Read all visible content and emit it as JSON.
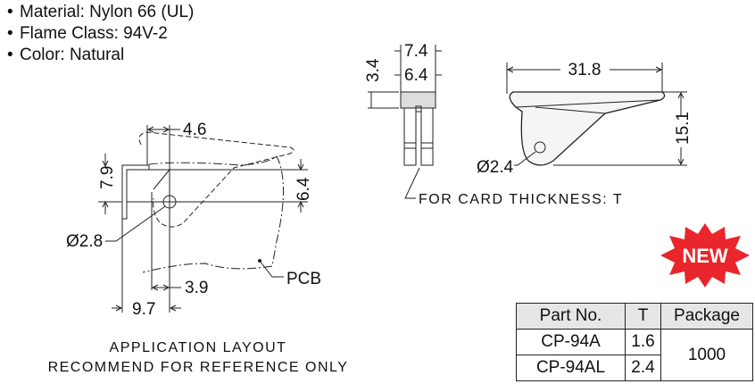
{
  "specs": [
    {
      "bullet": "•",
      "text": "Material: Nylon 66 (UL)"
    },
    {
      "bullet": "•",
      "text": "Flame Class: 94V-2"
    },
    {
      "bullet": "•",
      "text": "Color: Natural"
    }
  ],
  "layout_drawing": {
    "dims": {
      "d1": "4.6",
      "d2": "7.9",
      "d3": "6.4",
      "d4": "Ø2.8",
      "d5": "3.9",
      "d6": "9.7"
    },
    "pcb_label": "PCB",
    "caption_line1": "APPLICATION LAYOUT",
    "caption_line2": "RECOMMEND FOR REFERENCE ONLY"
  },
  "front_view": {
    "dims": {
      "w_outer": "7.4",
      "w_inner": "6.4",
      "h": "3.4"
    },
    "note": "FOR CARD THICKNESS: T"
  },
  "side_view": {
    "dims": {
      "length": "31.8",
      "height": "15.1",
      "hole": "Ø2.4"
    }
  },
  "badge": {
    "text": "NEW",
    "color": "#e8262b"
  },
  "table": {
    "headers": [
      "Part No.",
      "T",
      "Package"
    ],
    "rows": [
      {
        "part": "CP-94A",
        "t": "1.6"
      },
      {
        "part": "CP-94AL",
        "t": "2.4"
      }
    ],
    "package": "1000"
  }
}
